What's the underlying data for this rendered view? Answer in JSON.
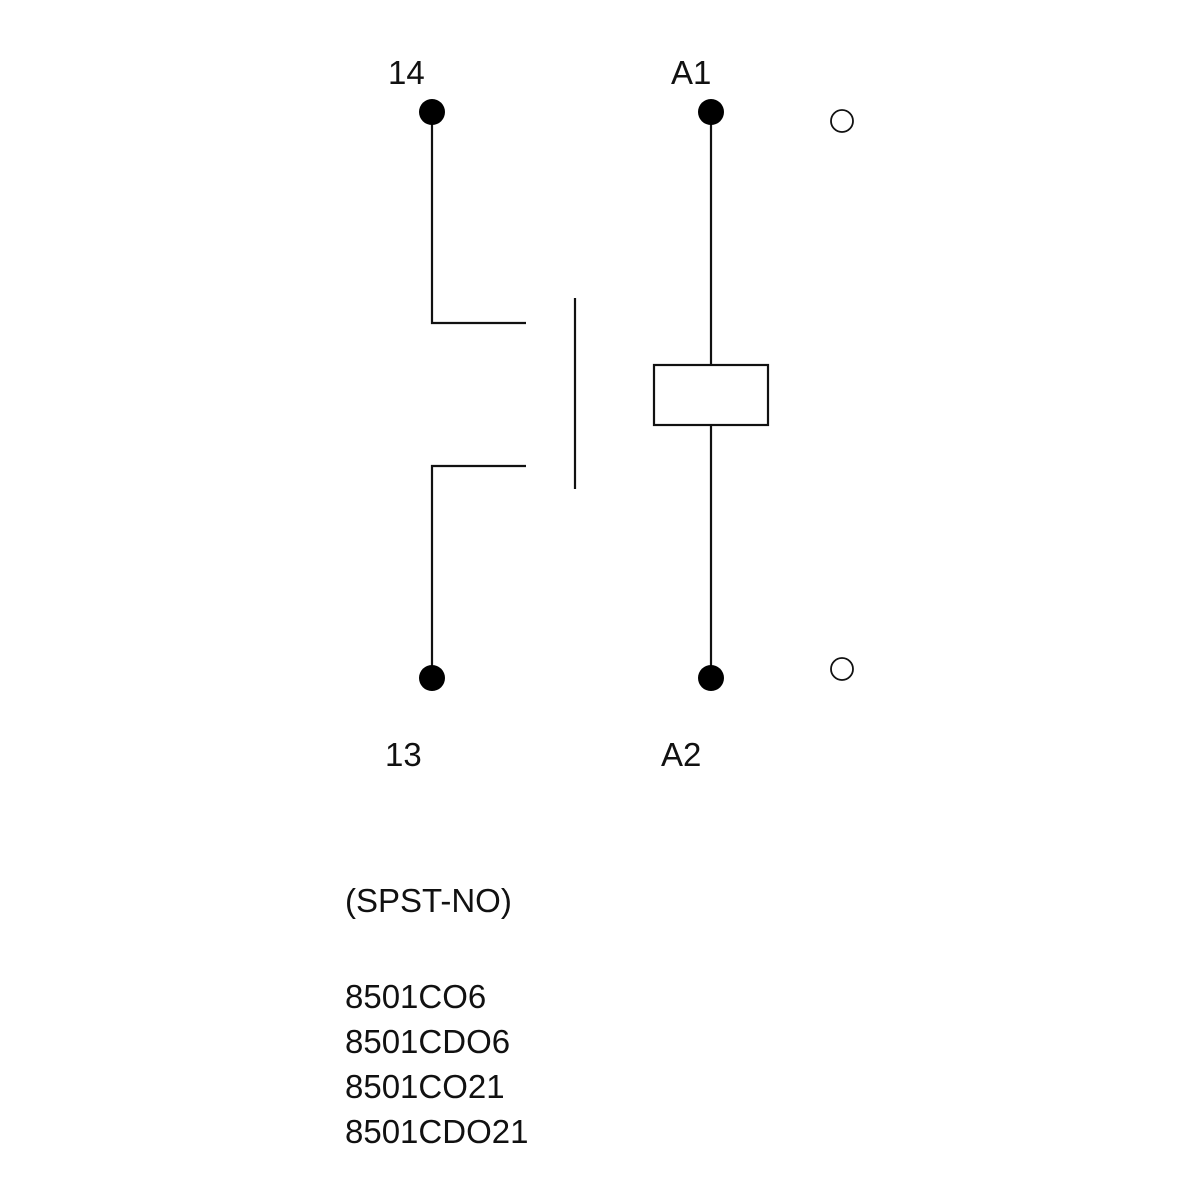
{
  "terminals": {
    "contact_top": "14",
    "contact_bottom": "13",
    "coil_top": "A1",
    "coil_bottom": "A2"
  },
  "contact_type": "(SPST-NO)",
  "part_numbers": [
    "8501CO6",
    "8501CDO6",
    "8501CO21",
    "8501CDO21"
  ],
  "colors": {
    "line": "#111111",
    "background": "#ffffff"
  }
}
